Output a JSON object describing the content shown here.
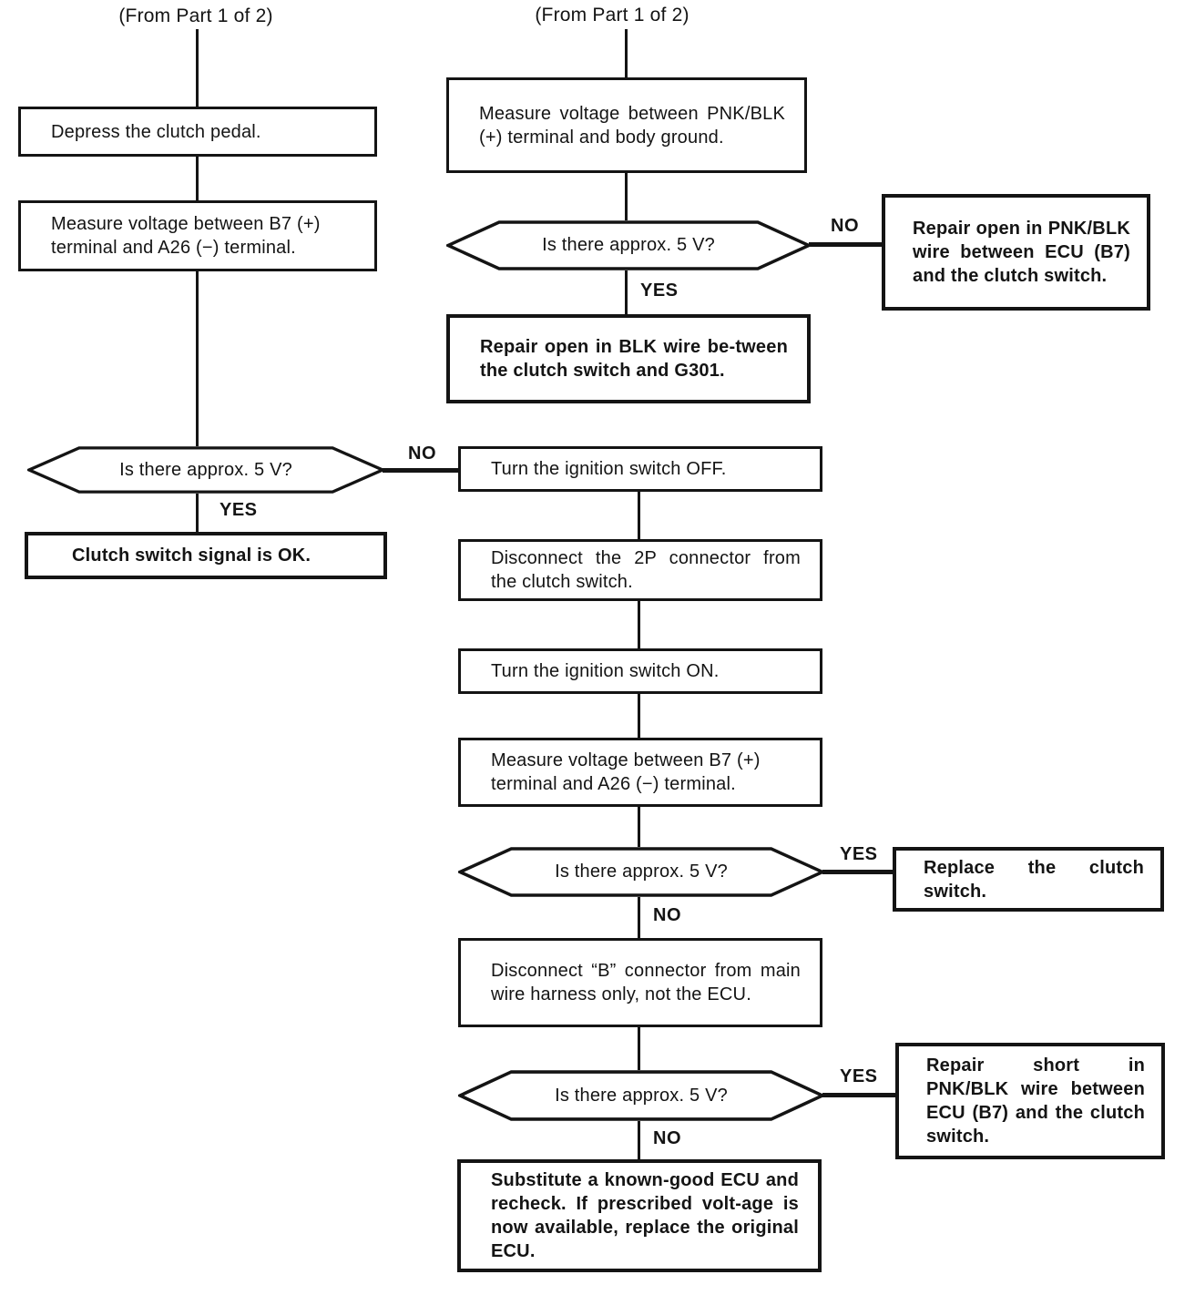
{
  "colors": {
    "ink": "#141414",
    "paper": "#ffffff"
  },
  "left": {
    "from_label": "(From Part 1 of 2)",
    "step_depress": "Depress the clutch pedal.",
    "step_measure": "Measure voltage between B7 (+) terminal and A26 (−) terminal.",
    "decision_5v": "Is there approx. 5 V?",
    "yes": "YES",
    "no": "NO",
    "result_ok": "Clutch switch signal is OK."
  },
  "right": {
    "from_label": "(From Part 1 of 2)",
    "step_measure_pnk": "Measure voltage between PNK/BLK (+) terminal and body ground.",
    "decision1": "Is there approx. 5 V?",
    "decision1_no": "NO",
    "decision1_yes": "YES",
    "repair_open_pnkblk": "Repair open in PNK/BLK wire between ECU (B7) and the clutch switch.",
    "repair_open_blk": "Repair open in BLK wire be-tween the clutch switch and G301.",
    "step_ignition_off": "Turn the ignition switch OFF.",
    "step_disconnect_2p": "Disconnect the 2P connector from the clutch switch.",
    "step_ignition_on": "Turn the ignition switch ON.",
    "step_measure_b7": "Measure voltage between B7 (+) terminal and A26 (−) terminal.",
    "decision2": "Is there approx. 5 V?",
    "decision2_yes": "YES",
    "decision2_no": "NO",
    "replace_switch": "Replace the clutch switch.",
    "step_disconnect_b": "Disconnect “B” connector from main wire harness only, not the ECU.",
    "decision3": "Is there approx. 5 V?",
    "decision3_yes": "YES",
    "decision3_no": "NO",
    "repair_short_pnkblk": "Repair short in PNK/BLK wire between ECU (B7) and the clutch switch.",
    "substitute_ecu": "Substitute a known-good ECU and recheck. If prescribed volt-age is now available, replace the original ECU."
  }
}
